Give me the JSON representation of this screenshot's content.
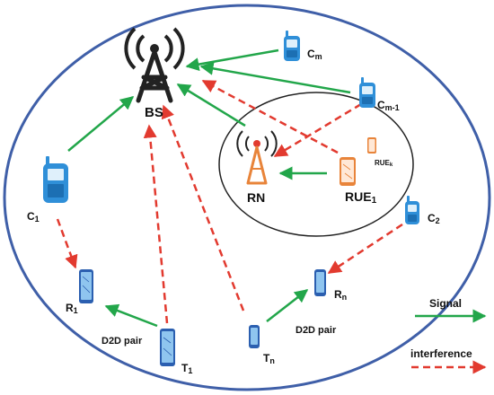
{
  "labels": {
    "bs": "BS",
    "rn": "RN",
    "rue1": "RUE",
    "rue1_sub": "1",
    "rue_k": "RUE",
    "rue_k_sub": "k",
    "cm": "C",
    "cm_sub": "m",
    "cm1": "C",
    "cm1_sub": "m-1",
    "c1": "C",
    "c1_sub": "1",
    "c2": "C",
    "c2_sub": "2",
    "r1": "R",
    "r1_sub": "1",
    "rn_rx": "R",
    "rn_rx_sub": "n",
    "t1": "T",
    "t1_sub": "1",
    "tn": "T",
    "tn_sub": "n",
    "d2d_left": "D2D pair",
    "d2d_right": "D2D pair"
  },
  "legend": {
    "signal": "Signal",
    "interference": "interference"
  },
  "colors": {
    "cell_outline": "#3f5fa8",
    "relay_zone_outline": "#222222",
    "signal_arrow": "#22a64a",
    "interference_arrow": "#e23a2f",
    "cellular_ue": "#2f8fd8",
    "d2d_device": "#2b5fb0",
    "relay_ue": "#e8843a",
    "tower": "#222222",
    "relay_tower": "#e8843a"
  },
  "icons": {
    "base_station": "antenna-tower-icon",
    "relay_node": "relay-antenna-icon",
    "cellular_user": "mobile-phone-icon",
    "d2d_user": "smartphone-icon",
    "relay_user": "smartphone-icon"
  }
}
